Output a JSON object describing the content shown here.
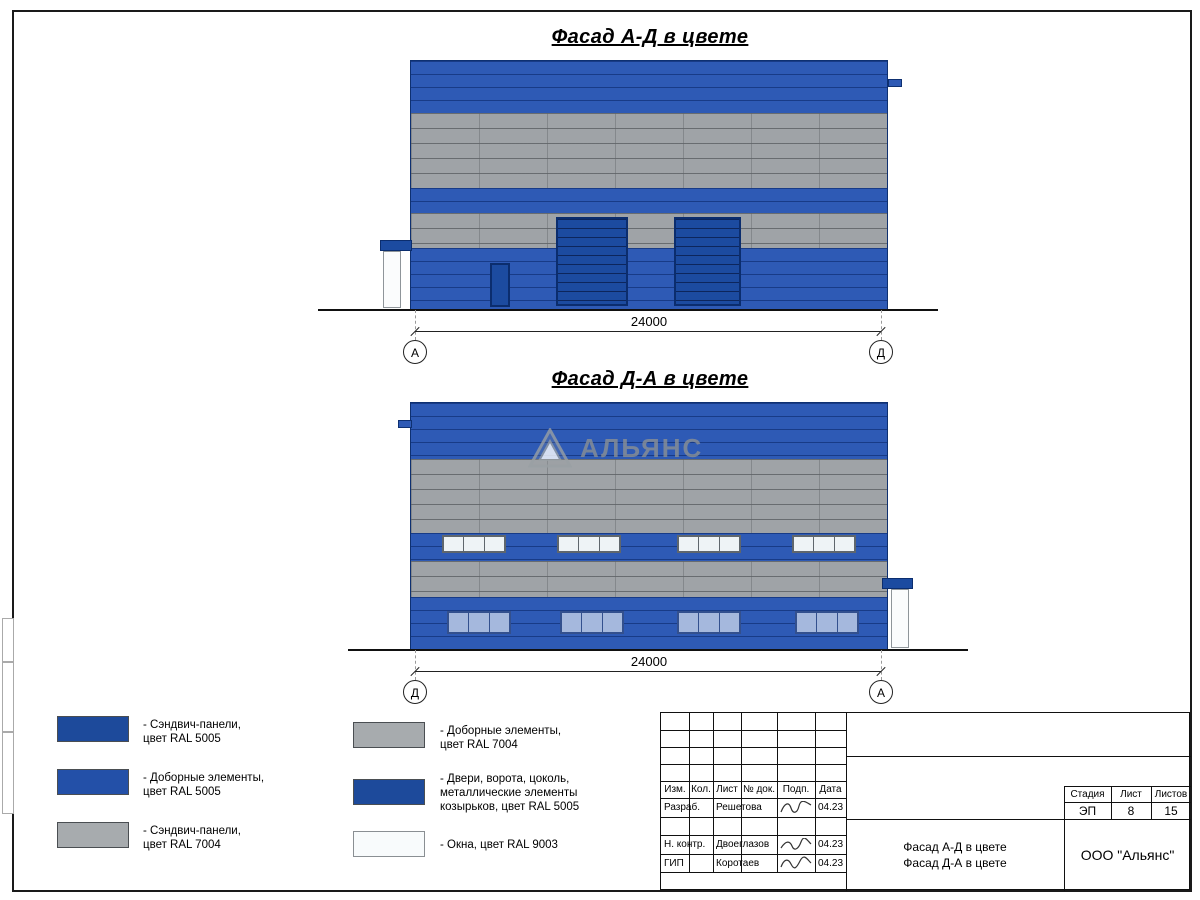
{
  "sheet": {
    "facade1": {
      "title": "Фасад А-Д в цвете",
      "dimension": "24000",
      "axis_left": "А",
      "axis_right": "Д"
    },
    "facade2": {
      "title": "Фасад Д-А в цвете",
      "dimension": "24000",
      "axis_left": "Д",
      "axis_right": "А",
      "watermark": "АЛЬЯНС"
    }
  },
  "colors": {
    "ral5005_dark": "#1d4a9b",
    "ral5005_panel": "#2e5ab5",
    "ral7004_gray": "#9fa3a7",
    "ral9003_white": "#f8fbfc"
  },
  "legend": [
    {
      "color": "#1d4a9b",
      "label": "- Сэндвич-панели,\nцвет RAL 5005"
    },
    {
      "color": "#2350a8",
      "label": "- Доборные элементы,\nцвет RAL 5005"
    },
    {
      "color": "#a7abae",
      "label": "- Сэндвич-панели,\nцвет RAL 7004"
    },
    {
      "color": "#a7abae",
      "label": "- Доборные элементы,\nцвет RAL 7004"
    },
    {
      "color": "#1d4a9b",
      "label": "- Двери, ворота, цоколь,\nметаллические элементы\nкозырьков, цвет RAL 5005"
    },
    {
      "color": "#f8fbfc",
      "label": "- Окна, цвет RAL 9003"
    }
  ],
  "titleblock": {
    "header_cols": [
      "Изм.",
      "Кол.",
      "Лист",
      "№ док.",
      "Подп.",
      "Дата"
    ],
    "rows": [
      {
        "role": "Разраб.",
        "name": "Решетова",
        "date": "04.23"
      },
      {
        "role": "Н. контр.",
        "name": "Двоеглазов",
        "date": "04.23"
      },
      {
        "role": "ГИП",
        "name": "Коротаев",
        "date": "04.23"
      }
    ],
    "doc_title": "Фасад А-Д в цвете\nФасад Д-А в цвете",
    "stage_header": [
      "Стадия",
      "Лист",
      "Листов"
    ],
    "stage_values": [
      "ЭП",
      "8",
      "15"
    ],
    "company": "ООО \"Альянс\""
  }
}
